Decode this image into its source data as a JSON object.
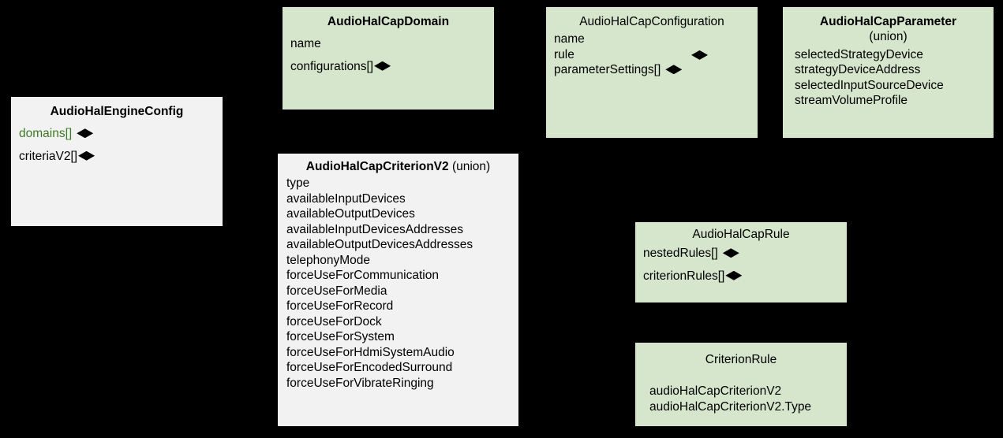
{
  "diagram": {
    "type": "uml-class-diagram",
    "background": "#000000",
    "box_fill_green": "#d6e6cc",
    "box_fill_grey": "#f2f2f2",
    "accent_green_text": "#3f7a26"
  },
  "boxes": {
    "engine_config": {
      "title": "AudioHalEngineConfig",
      "attrs": [
        {
          "label": "domains[]",
          "composition": true,
          "color": "green"
        },
        {
          "label": "criteriaV2[]",
          "composition": true,
          "color": "black"
        }
      ]
    },
    "cap_domain": {
      "title": "AudioHalCapDomain",
      "attrs": [
        {
          "label": "name",
          "composition": false
        },
        {
          "label": "configurations[]",
          "composition": true
        }
      ]
    },
    "cap_configuration": {
      "title": "AudioHalCapConfiguration",
      "attrs": [
        {
          "label": "name",
          "composition": false
        },
        {
          "label": "rule",
          "composition": true
        },
        {
          "label": "parameterSettings[]",
          "composition": true
        }
      ]
    },
    "cap_parameter": {
      "title": "AudioHalCapParameter",
      "subtitle": "(union)",
      "attrs": [
        {
          "label": "selectedStrategyDevice"
        },
        {
          "label": "strategyDeviceAddress"
        },
        {
          "label": "selectedInputSourceDevice"
        },
        {
          "label": "streamVolumeProfile"
        }
      ]
    },
    "cap_criterion_v2": {
      "title": "AudioHalCapCriterionV2",
      "title_suffix": "(union)",
      "attrs": [
        {
          "label": "type"
        },
        {
          "label": "availableInputDevices"
        },
        {
          "label": "availableOutputDevices"
        },
        {
          "label": "availableInputDevicesAddresses"
        },
        {
          "label": "availableOutputDevicesAddresses"
        },
        {
          "label": "telephonyMode"
        },
        {
          "label": "forceUseForCommunication"
        },
        {
          "label": "forceUseForMedia"
        },
        {
          "label": "forceUseForRecord"
        },
        {
          "label": "forceUseForDock"
        },
        {
          "label": "forceUseForSystem"
        },
        {
          "label": "forceUseForHdmiSystemAudio"
        },
        {
          "label": "forceUseForEncodedSurround"
        },
        {
          "label": "forceUseForVibrateRinging"
        }
      ]
    },
    "cap_rule": {
      "title": "AudioHalCapRule",
      "attrs": [
        {
          "label": "nestedRules[]",
          "composition": true
        },
        {
          "label": "criterionRules[]",
          "composition": true
        }
      ]
    },
    "criterion_rule": {
      "title": "CriterionRule",
      "attrs": [
        {
          "label": "audioHalCapCriterionV2"
        },
        {
          "label": "audioHalCapCriterionV2.Type"
        }
      ]
    }
  }
}
